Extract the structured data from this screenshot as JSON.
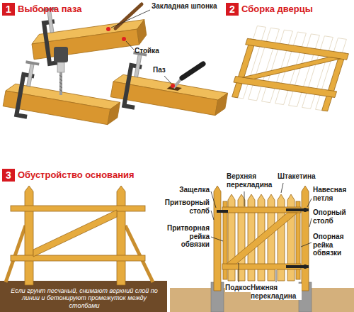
{
  "diagram": {
    "nodes": [
      {
        "text": [
          "1",
          "Выборка паза"
        ]
      },
      {
        "text": [
          "2",
          "Сборка дверцы"
        ]
      },
      {
        "text": [
          "3",
          "Обустройство основания"
        ]
      }
    ],
    "labels": [
      "Закладная шпонка",
      "Стойка",
      "Паз",
      "Если грунт песчаный, снимают верхний слой по линии и бетонируют промежуток между столбами",
      "Защелка",
      "Притворный столб",
      "Притворная рейка обвязки",
      "Верхняя перекладина",
      "Штакетина",
      "Навесная петля",
      "Опорный столб",
      "Опорная рейка обвязки",
      "Подкос",
      "Нижняя перекладина"
    ]
  }
}
